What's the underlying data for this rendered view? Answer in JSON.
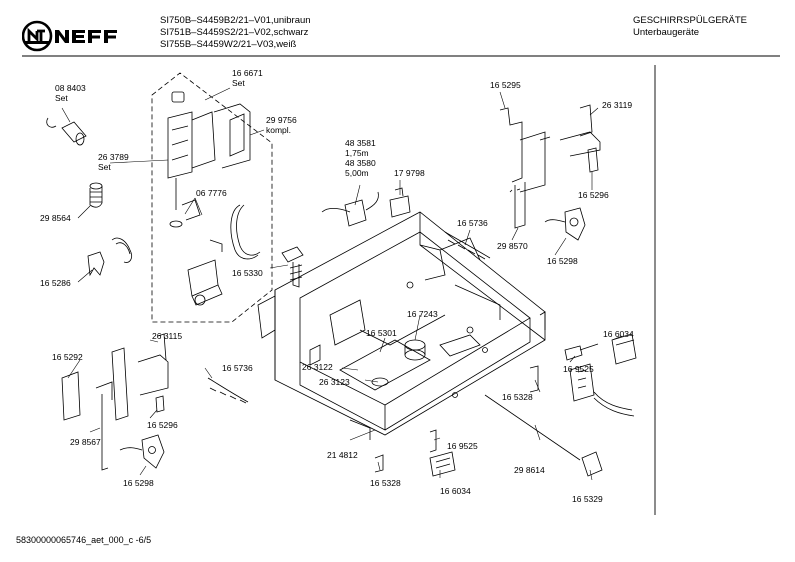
{
  "header": {
    "models": [
      "SI750B–S4459B2/21–V01,unibraun",
      "SI751B–S4459S2/21–V02,schwarz",
      "SI755B–S4459W2/21–V03,weiß"
    ],
    "category": "GESCHIRRSPÜLGERÄTE",
    "subcategory": "Unterbaugeräte",
    "brand": "NEFF"
  },
  "footer": {
    "document_id": "58300000065746_aet_000_c  -6/5"
  },
  "labels": {
    "p_088403": "08 8403\nSet",
    "p_166671": "16 6671\nSet",
    "p_299756": "29 9756\nkompl.",
    "p_263789": "26 3789\nSet",
    "p_067776": "06 7776",
    "p_298564": "29 8564",
    "p_165286": "16 5286",
    "p_483581": "48 3581\n1,75m\n48 3580\n5,00m",
    "p_179798": "17 9798",
    "p_165330": "16 5330",
    "p_165295": "16 5295",
    "p_263119": "26 3119",
    "p_165296a": "16 5296",
    "p_165736a": "16 5736",
    "p_298570": "29 8570",
    "p_165298a": "16 5298",
    "p_167243": "16 7243",
    "p_165301": "16 5301",
    "p_263122": "26 3122",
    "p_263123": "26 3123",
    "p_166034a": "16 6034",
    "p_169525a": "16 9525",
    "p_165328a": "16 5328",
    "p_165292": "16 5292",
    "p_263115": "26 3115",
    "p_165736b": "16 5736",
    "p_165296b": "16 5296",
    "p_298567": "29 8567",
    "p_165298b": "16 5298",
    "p_214812": "21 4812",
    "p_169525b": "16 9525",
    "p_165328b": "16 5328",
    "p_166034b": "16 6034",
    "p_298614": "29 8614",
    "p_165329": "16 5329"
  }
}
